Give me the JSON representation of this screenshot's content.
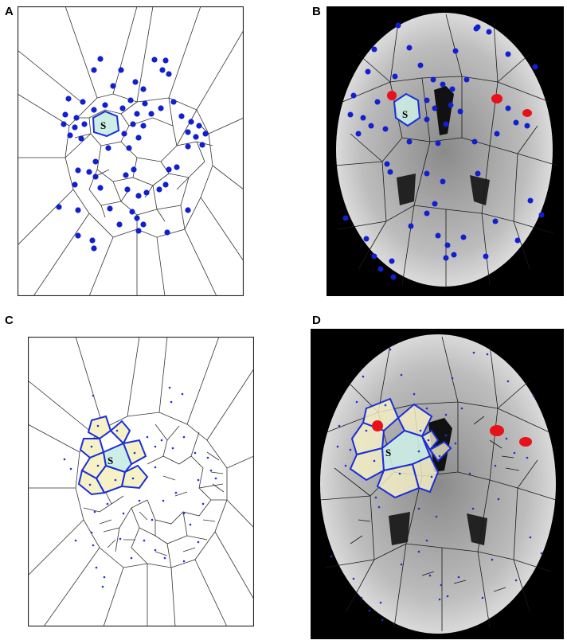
{
  "panels": {
    "a": {
      "letter": "A",
      "seed": "S"
    },
    "b": {
      "letter": "B",
      "seed": "S"
    },
    "c": {
      "letter": "C",
      "seed": "S"
    },
    "d": {
      "letter": "D",
      "seed": "S"
    }
  },
  "colors": {
    "edge": "#333333",
    "seed_edge": "#1a2ed8",
    "dot": "#1020d0",
    "seed_fill": "#cdeee6",
    "neighbor_fill": "#f7f1c6",
    "activation": "#e8101a",
    "background_mri": "#000000"
  }
}
